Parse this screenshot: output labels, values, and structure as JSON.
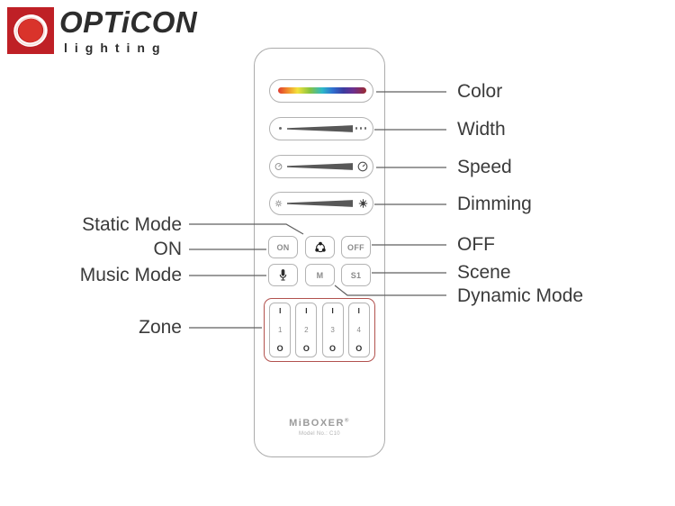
{
  "logo": {
    "brand": "OPTiCON",
    "tagline": "lighting",
    "square_color": "#bf2026",
    "ring_icon": "ring-icon"
  },
  "remote": {
    "brand": "MiBOXER",
    "trademark": "®",
    "model_no": "Model No.: C10",
    "buttons": {
      "on": "ON",
      "off": "OFF",
      "mode": "M",
      "scene": "S1"
    },
    "rocker": {
      "top": "I",
      "bottom": "O"
    },
    "zone_numbers": [
      "1",
      "2",
      "3",
      "4"
    ],
    "zone_outline_color": "#b2524e",
    "icons": {
      "static_mode": "color-cycle-icon",
      "music_mode": "microphone-icon",
      "width_min": "dot-icon",
      "width_max": "ellipsis-icon",
      "speed_min": "speed-dial-small-icon",
      "speed_max": "speed-dial-large-icon",
      "dim_min": "sun-dim-icon",
      "dim_max": "sun-bright-icon"
    }
  },
  "callouts": {
    "left": [
      {
        "label": "Static Mode"
      },
      {
        "label": "ON"
      },
      {
        "label": "Music Mode"
      },
      {
        "label": "Zone"
      }
    ],
    "right": [
      {
        "label": "Color"
      },
      {
        "label": "Width"
      },
      {
        "label": "Speed"
      },
      {
        "label": "Dimming"
      },
      {
        "label": "OFF"
      },
      {
        "label": "Scene"
      },
      {
        "label": "Dynamic Mode"
      }
    ]
  }
}
